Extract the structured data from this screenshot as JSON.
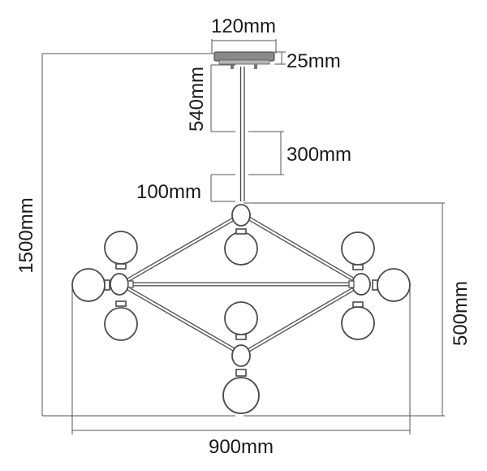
{
  "diagram": {
    "labels": {
      "canopy_width": "120mm",
      "canopy_height": "25mm",
      "rod_top": "540mm",
      "rod_mid": "300mm",
      "rod_bottom": "100mm",
      "total_height": "1500mm",
      "body_height": "500mm",
      "body_width": "900mm"
    },
    "colors": {
      "line": "#555555",
      "canopy": "#8a8a8a",
      "text": "#1a1a1a"
    }
  }
}
